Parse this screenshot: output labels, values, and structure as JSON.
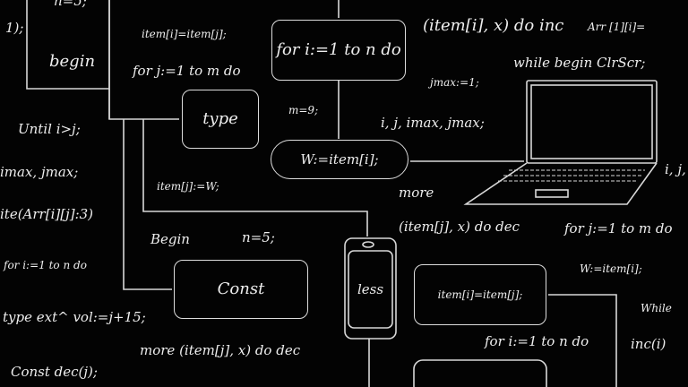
{
  "texts": {
    "n5_top": "n=5;",
    "close_paren": "1);",
    "begin_top": "begin",
    "item_assign_top": "item[i]=item[j];",
    "for_j_top": "for j:=1 to m do",
    "until": "Until i>j;",
    "imax_jmax_left": "imax, jmax;",
    "item_j_w": "item[j]:=W;",
    "m9": "m=9;",
    "item_inc": "(item[i], x) do inc",
    "arr_1_i": "Arr [1][i]=",
    "while_begin": "while begin ClrScr;",
    "jmax1": "jmax:=1;",
    "ij_imax_jmax": "i, j, imax, jmax;",
    "ij_right": "i, j,",
    "more_mid": "more",
    "item_dec_mid": "(item[j], x) do dec",
    "for_j_right": "for j:=1 to m do",
    "write_arr": "ite(Arr[i][j]:3)",
    "begin_mid": "Begin",
    "n5_mid": "n=5;",
    "for_i_left": "for i:=1 to n do",
    "type_ext": "type ext^ vol:=j+15;",
    "more_dec_bottom": "more (item[j], x) do dec",
    "const_dec": "Const   dec(j);",
    "w_item_right": "W:=item[i];",
    "while_right": "While",
    "inc_i": "inc(i)",
    "for_i_bottom": "for i:=1 to n do"
  },
  "boxes": {
    "type": "type",
    "for_i": "for i:=1 to n do",
    "w_item": "W:=item[i];",
    "const": "Const",
    "less": "less",
    "item_assign": "item[i]=item[j];"
  },
  "colors": {
    "background": "#030303",
    "chalk": "#ececec"
  }
}
